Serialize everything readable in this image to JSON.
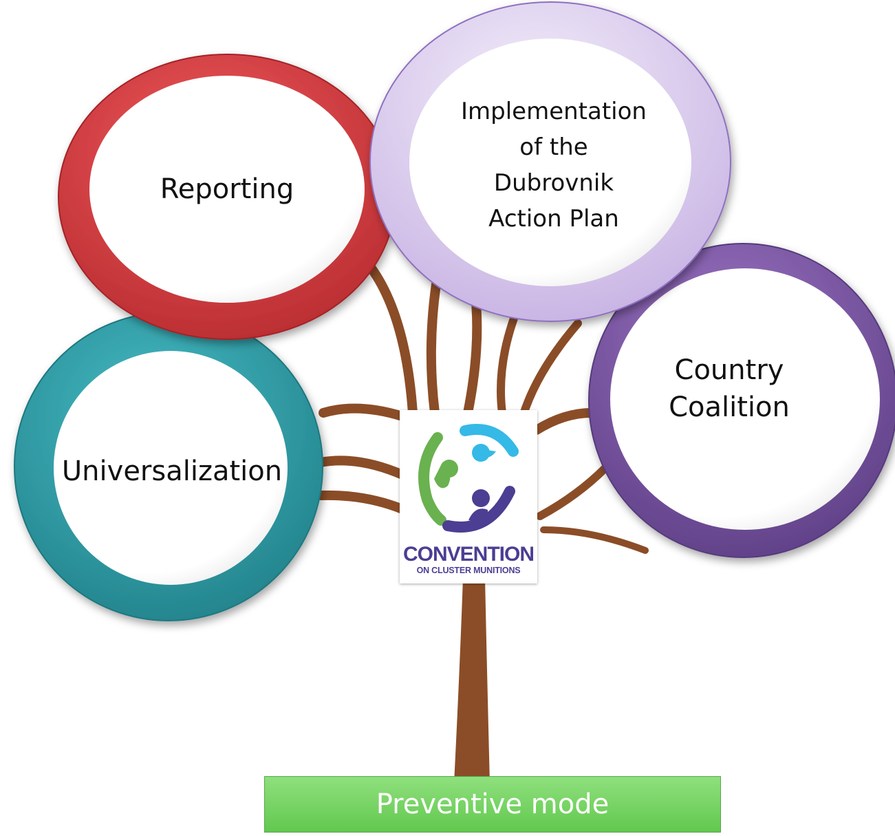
{
  "diagram": {
    "nodes": [
      {
        "id": "reporting",
        "label": "Reporting",
        "color": "#d6393e"
      },
      {
        "id": "implementation",
        "label": "Implementation\nof the\nDubrovnik\nAction Plan",
        "color": "#c9b5e3"
      },
      {
        "id": "country_coalition",
        "label": "Country\nCoalition",
        "color": "#7a559e"
      },
      {
        "id": "universalization",
        "label": "Universalization",
        "color": "#31a4ae"
      }
    ],
    "logo": {
      "title": "CONVENTION",
      "subtitle": "ON CLUSTER MUNITIONS",
      "colors": {
        "green": "#6ab150",
        "blue": "#35b9e6",
        "purple": "#4b3e93"
      }
    },
    "base": {
      "label": "Preventive mode",
      "color": "#6dd25a"
    },
    "tree_color": "#8b4d27"
  }
}
